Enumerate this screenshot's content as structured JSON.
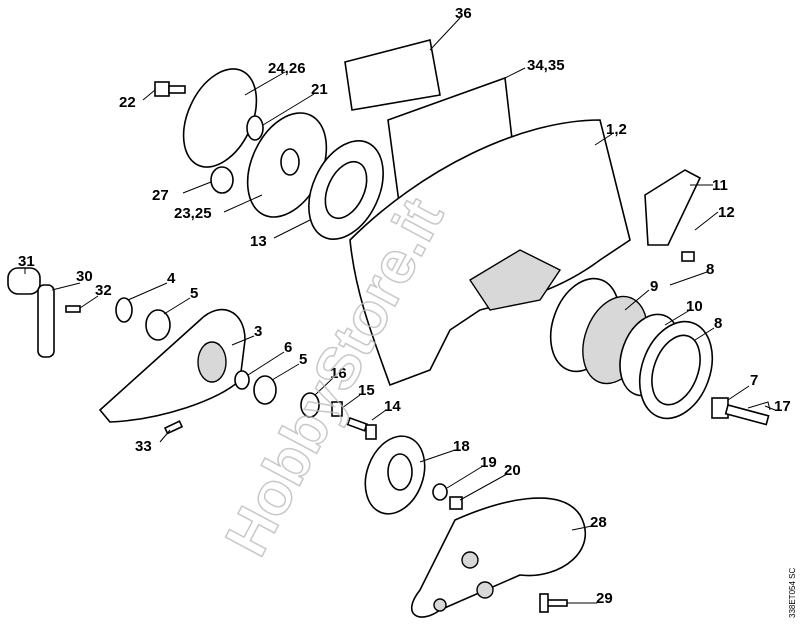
{
  "diagram": {
    "watermark": "HobbyStore.it",
    "drawing_code": "338ET054 SC",
    "labels": {
      "p36": "36",
      "p34_35": "34,35",
      "p24_26": "24,26",
      "p21": "21",
      "p22": "22",
      "p1_2": "1,2",
      "p27": "27",
      "p23_25": "23,25",
      "p13": "13",
      "p11": "11",
      "p12": "12",
      "p31": "31",
      "p30": "30",
      "p32": "32",
      "p4": "4",
      "p5a": "5",
      "p3": "3",
      "p8a": "8",
      "p9": "9",
      "p10": "10",
      "p8b": "8",
      "p6": "6",
      "p5b": "5",
      "p16": "16",
      "p15": "15",
      "p14": "14",
      "p7": "7",
      "p17": "17",
      "p33": "33",
      "p18": "18",
      "p19": "19",
      "p20": "20",
      "p28": "28",
      "p29": "29"
    }
  }
}
